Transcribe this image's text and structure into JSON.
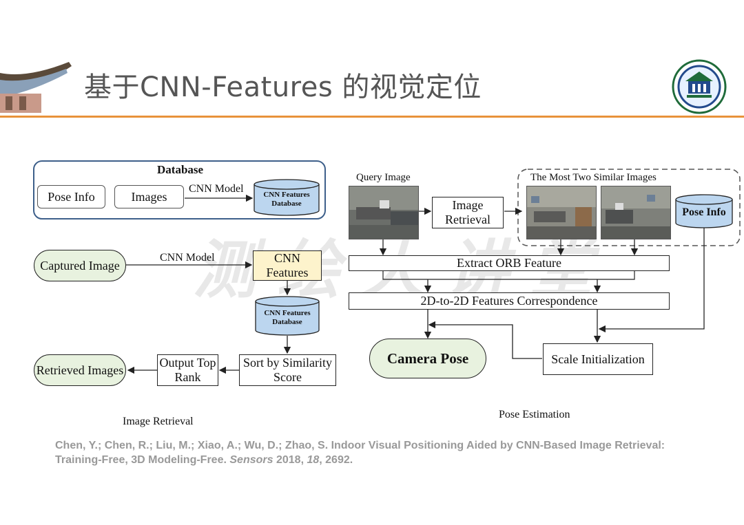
{
  "slide": {
    "title": "基于CNN-Features 的视觉定位",
    "watermark": "测绘大讲堂"
  },
  "retrieval": {
    "database_title": "Database",
    "pose_info": "Pose Info",
    "images": "Images",
    "cnn_model_top": "CNN Model",
    "db_cylinder_top": "CNN Features Database",
    "captured_image": "Captured Image",
    "cnn_model_mid": "CNN Model",
    "cnn_features": "CNN Features",
    "db_cylinder_mid": "CNN Features Database",
    "retrieved_images": "Retrieved Images",
    "output_top_rank": "Output Top Rank",
    "sort_by": "Sort by Similarity Score",
    "caption": "Image Retrieval"
  },
  "pose": {
    "query_image": "Query Image",
    "image_retrieval": "Image Retrieval",
    "similar_images": "The Most Two Similar Images",
    "pose_info": "Pose Info",
    "extract_orb": "Extract ORB Feature",
    "correspondence": "2D-to-2D Features Correspondence",
    "camera_pose": "Camera Pose",
    "scale_init": "Scale Initialization",
    "caption": "Pose Estimation"
  },
  "citation": {
    "authors": "Chen, Y.; Chen, R.; Liu, M.; Xiao, A.; Wu, D.; Zhao, S. Indoor Visual Positioning Aided by CNN-Based Image Retrieval: Training-Free, 3D Modeling-Free.",
    "journal": "Sensors",
    "year": "2018,",
    "volume": "18",
    "pages": ", 2692."
  },
  "colors": {
    "accent": "#e8923a",
    "pill_fill": "#e8f2df",
    "cylinder_fill": "#bcd6ef",
    "highlight_fill": "#fdf3cc",
    "database_border": "#3d5f8a"
  }
}
